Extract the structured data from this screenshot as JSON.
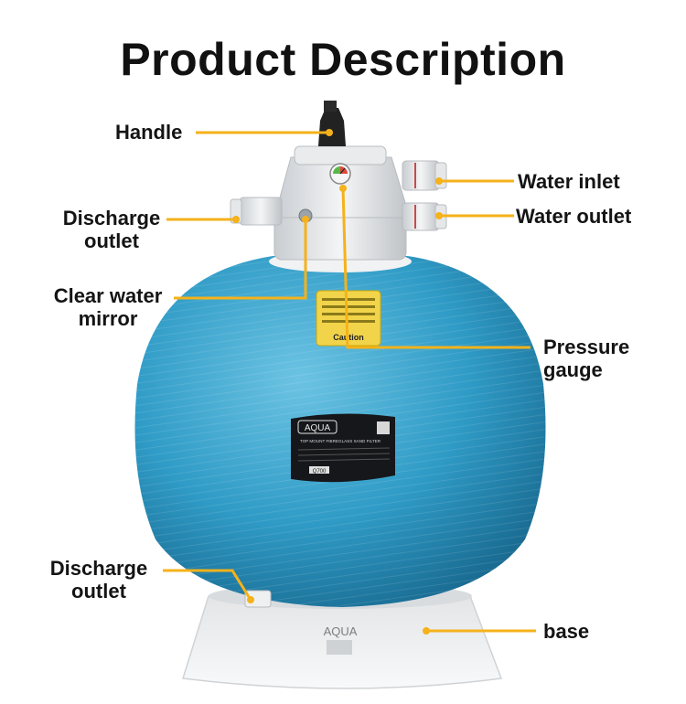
{
  "title": "Product Description",
  "labels": {
    "handle": "Handle",
    "water_inlet": "Water inlet",
    "water_outlet": "Water outlet",
    "discharge_outlet_top_line1": "Discharge",
    "discharge_outlet_top_line2": "outlet",
    "clear_water_mirror_line1": "Clear water",
    "clear_water_mirror_line2": "mirror",
    "pressure_gauge_line1": "Pressure",
    "pressure_gauge_line2": "gauge",
    "discharge_outlet_bottom_line1": "Discharge",
    "discharge_outlet_bottom_line2": "outlet",
    "base": "base"
  },
  "product_text": {
    "brand": "AQUA",
    "nameplate_heading": "TOP MOUNT FIBREGLASS SAND FILTER",
    "model": "Q700",
    "caution": "Caution",
    "base_brand": "AQUA"
  },
  "colors": {
    "leader": "#f5b21a",
    "tank": "#3aa6cf",
    "valve": "#e6e8ea",
    "base": "#f1f2f3"
  }
}
